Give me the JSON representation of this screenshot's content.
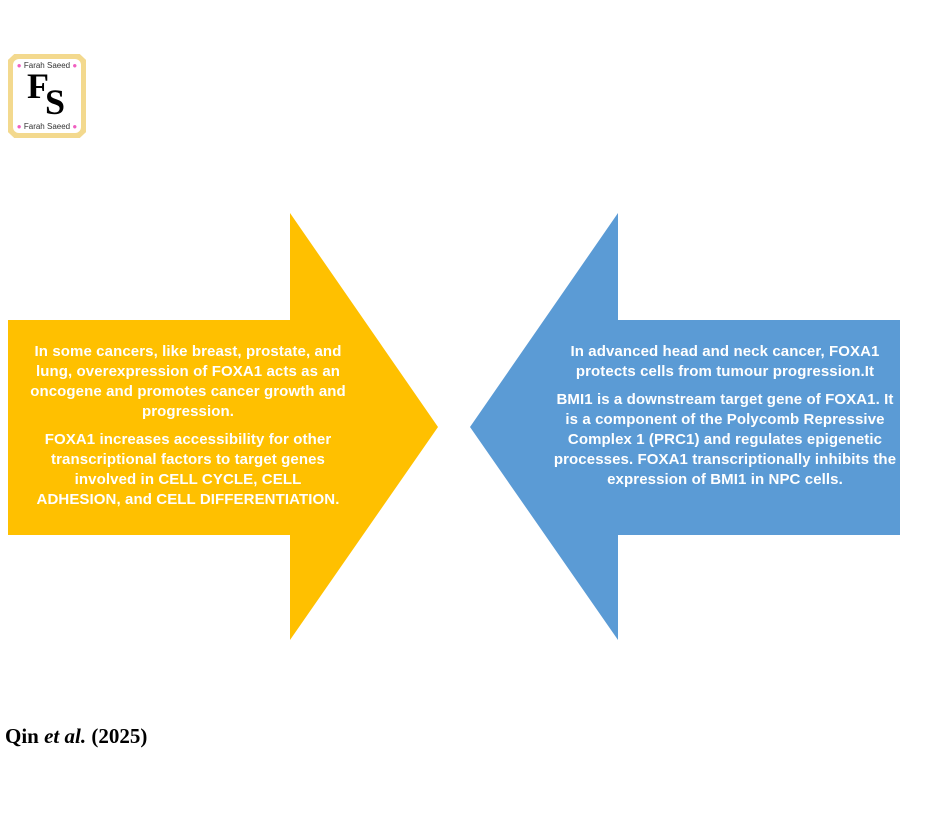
{
  "logo": {
    "name_top": "Farah Saeed",
    "name_bottom": "Farah Saeed",
    "monogram": "FS"
  },
  "left_arrow": {
    "color": "#FFC000",
    "paragraphs": [
      "In some cancers, like breast, prostate, and lung, overexpression of FOXA1 acts as an oncogene and promotes cancer growth and progression.",
      "FOXA1 increases accessibility for other transcriptional factors to target genes involved in CELL CYCLE, CELL ADHESION, and CELL DIFFERENTIATION."
    ]
  },
  "right_arrow": {
    "color": "#5B9BD5",
    "paragraphs": [
      "In advanced head and neck cancer, FOXA1 protects cells from tumour progression.It",
      "BMI1 is a downstream target gene of FOXA1. It is a component of the Polycomb Repressive Complex 1 (PRC1) and regulates epigenetic processes. FOXA1 transcriptionally inhibits the expression of BMI1 in NPC cells."
    ]
  },
  "citation": {
    "author": "Qin",
    "etal": "et al.",
    "year": "(2025)"
  }
}
